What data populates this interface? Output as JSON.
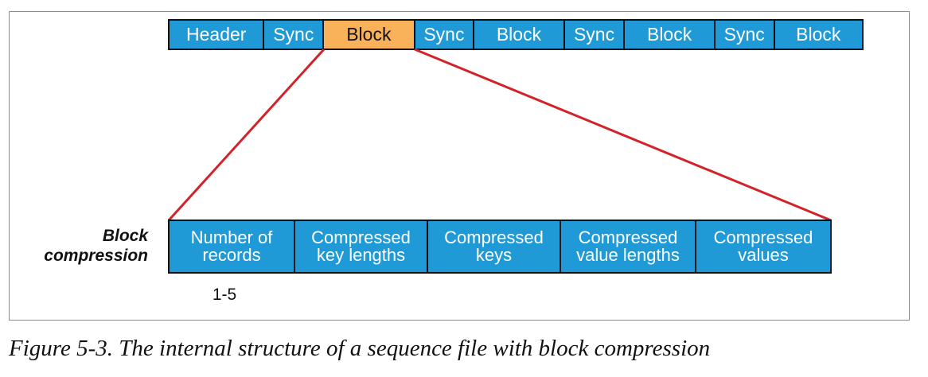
{
  "top_bar": {
    "segments": [
      {
        "label": "Header",
        "highlighted": false
      },
      {
        "label": "Sync",
        "highlighted": false
      },
      {
        "label": "Block",
        "highlighted": true
      },
      {
        "label": "Sync",
        "highlighted": false
      },
      {
        "label": "Block",
        "highlighted": false
      },
      {
        "label": "Sync",
        "highlighted": false
      },
      {
        "label": "Block",
        "highlighted": false
      },
      {
        "label": "Sync",
        "highlighted": false
      },
      {
        "label": "Block",
        "highlighted": false
      }
    ]
  },
  "bottom_bar": {
    "label_line1": "Block",
    "label_line2": "compression",
    "segments": [
      {
        "label": "Number of\nrecords"
      },
      {
        "label": "Compressed\nkey lengths"
      },
      {
        "label": "Compressed\nkeys"
      },
      {
        "label": "Compressed\nvalue lengths"
      },
      {
        "label": "Compressed\nvalues"
      }
    ],
    "range_label": "1-5"
  },
  "caption": "Figure 5-3. The internal structure of a sequence file with block compression",
  "colors": {
    "segment_fill": "#1f9ad6",
    "highlight_fill": "#f9b15a",
    "connector_line": "#d3232a",
    "border": "#111111"
  }
}
